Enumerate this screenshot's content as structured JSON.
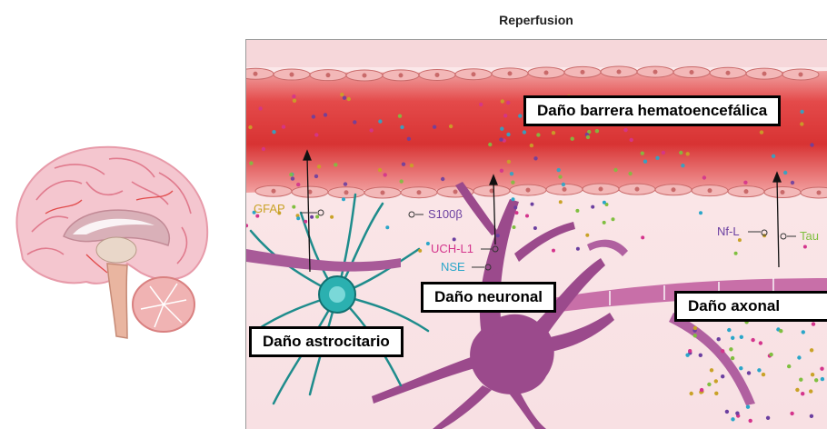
{
  "title": "Reperfusion",
  "callouts": {
    "bbb": "Daño barrera hematoencefálica",
    "neuronal": "Daño neuronal",
    "axonal": "Daño axonal",
    "astro": "Daño astrocitario"
  },
  "markers": {
    "gfap": "GFAP",
    "s100b": "S100β",
    "uchl1": "UCH-L1",
    "nse": "NSE",
    "nfl": "Nf-L",
    "tau": "Tau"
  },
  "colors": {
    "gfap": "#c9a227",
    "s100b": "#6b3fa0",
    "uchl1": "#d4348c",
    "nse": "#2aa6c9",
    "nfl": "#6b3fa0",
    "tau": "#7fbf3f",
    "vessel": "#e03a3a",
    "astrocyte": "#1e8c8c",
    "neuron": "#9b4a8c"
  }
}
